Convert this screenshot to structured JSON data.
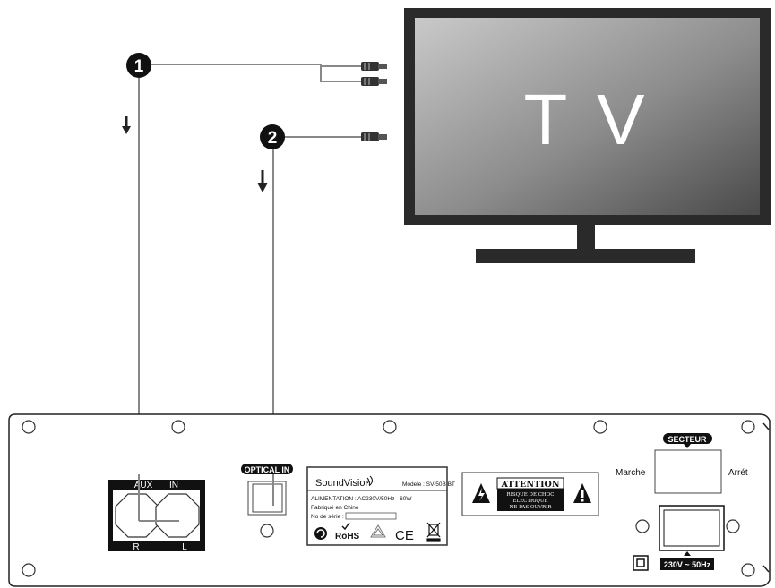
{
  "tv": {
    "label": "T V"
  },
  "connections": [
    {
      "number": "1"
    },
    {
      "number": "2"
    }
  ],
  "panel": {
    "aux": {
      "top_left": "AUX",
      "top_right": "IN",
      "bottom_left": "R",
      "bottom_right": "L"
    },
    "optical_label": "OPTICAL IN",
    "info_label": {
      "brand": "SoundVision",
      "model": "Modele : SV-50B BT",
      "power": "ALIMENTATION : AC230V/50Hz - 60W",
      "made_in": "Fabriqué en Chine",
      "serial": "No de série :",
      "rohs": "RoHS",
      "ce": "CE"
    },
    "attention": {
      "title": "ATTENTION",
      "line1": "RISQUE DE CHOC",
      "line2": "ELECTRIQUE",
      "line3": "NE PAS OUVRIR"
    },
    "secteur_label": "SECTEUR",
    "marche": "Marche",
    "arret": "Arrét",
    "voltage": "230V ~ 50Hz"
  }
}
